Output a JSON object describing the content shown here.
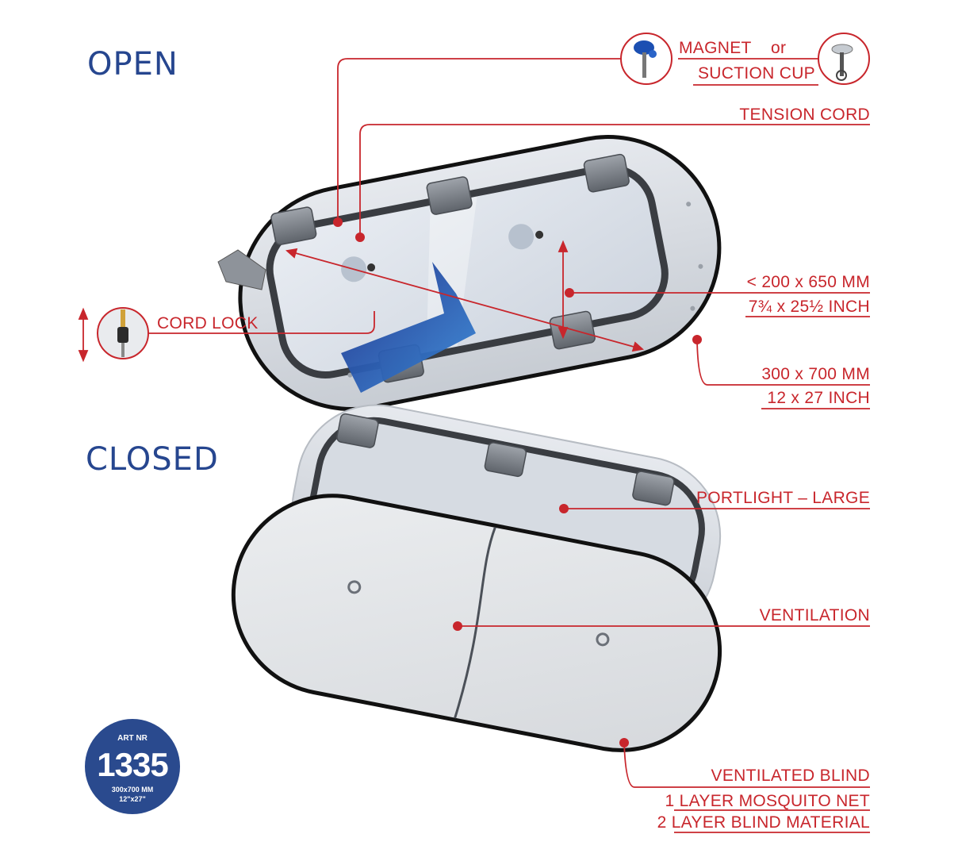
{
  "headings": {
    "open": "OPEN",
    "closed": "CLOSED"
  },
  "labels": {
    "magnet": "MAGNET",
    "or": "or",
    "suction_cup": "SUCTION CUP",
    "tension_cord": "TENSION CORD",
    "cord_lock": "CORD LOCK",
    "inner_size_mm": "< 200 x 650 MM",
    "inner_size_inch": "7¾ x 25½ INCH",
    "outer_size_mm": "300 x 700 MM",
    "outer_size_inch": "12 x 27 INCH",
    "portlight": "PORTLIGHT – LARGE",
    "ventilation": "VENTILATION",
    "blind": "VENTILATED BLIND",
    "blind_line1": "1 LAYER MOSQUITO NET",
    "blind_line2": "2 LAYER BLIND MATERIAL"
  },
  "badge": {
    "label": "ART NR",
    "number": "1335",
    "size_mm": "300x700 MM",
    "size_inch": "12\"x27\""
  },
  "colors": {
    "accent_red": "#c8262c",
    "heading_blue": "#26468f",
    "badge_blue": "#2a4a8e",
    "airflow_blue": "#1f6fc9"
  }
}
